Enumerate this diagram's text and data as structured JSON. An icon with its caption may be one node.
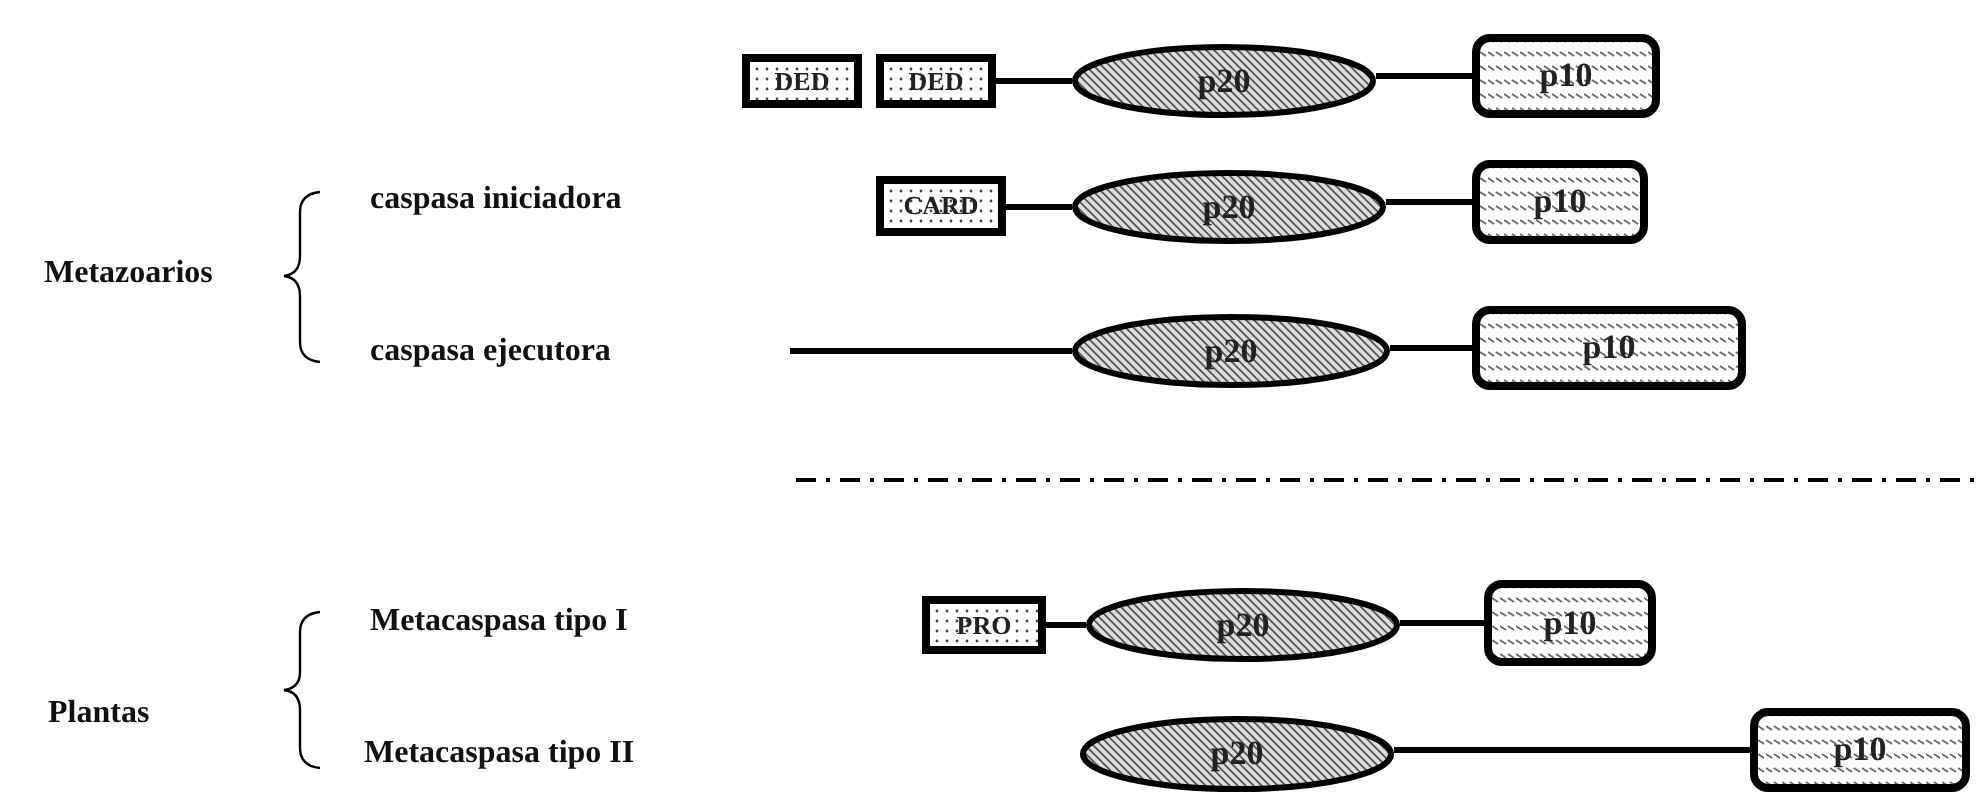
{
  "diagram": {
    "nodes": [
      {
        "text": [
          "DED"
        ]
      },
      {
        "text": [
          "DED"
        ]
      },
      {
        "text": [
          "p20"
        ]
      },
      {
        "text": [
          "p10"
        ]
      },
      {
        "text": [
          "CARD"
        ]
      },
      {
        "text": [
          "p20"
        ]
      },
      {
        "text": [
          "p10"
        ]
      },
      {
        "text": [
          "p20"
        ]
      },
      {
        "text": [
          "p10"
        ]
      },
      {
        "text": [
          "PRO"
        ]
      },
      {
        "text": [
          "p20"
        ]
      },
      {
        "text": [
          "p10"
        ]
      },
      {
        "text": [
          "p20"
        ]
      },
      {
        "text": [
          "p10"
        ]
      }
    ],
    "edges": [
      {
        "from": 1,
        "to": 2,
        "arrow": "none"
      },
      {
        "from": 2,
        "to": 3,
        "arrow": "none"
      },
      {
        "from": 4,
        "to": 5,
        "arrow": "none"
      },
      {
        "from": 5,
        "to": 6,
        "arrow": "none"
      },
      {
        "from": null,
        "to": 7,
        "arrow": "none"
      },
      {
        "from": 7,
        "to": 8,
        "arrow": "none"
      },
      {
        "from": 9,
        "to": 10,
        "arrow": "none"
      },
      {
        "from": 10,
        "to": 11,
        "arrow": "none"
      },
      {
        "from": 12,
        "to": 13,
        "arrow": "none"
      }
    ],
    "labels": [
      "caspasa iniciadora",
      "Metazoarios",
      "caspasa ejecutora",
      "Metacaspasa tipo I",
      "Plantas",
      "Metacaspasa tipo II"
    ]
  }
}
